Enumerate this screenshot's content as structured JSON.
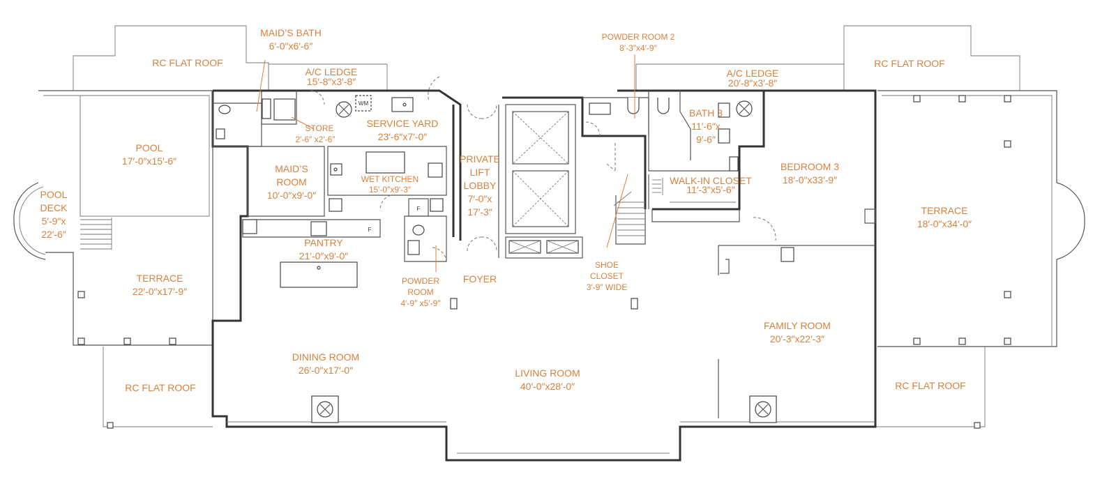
{
  "plan": {
    "labels": {
      "rc_roof_nw": [
        "RC FLAT ROOF"
      ],
      "maids_bath": [
        "MAID’S BATH",
        "6′-0″x6′-6″"
      ],
      "ac_ledge_w": [
        "A/C LEDGE",
        "15′-8″x3′-8″"
      ],
      "store": [
        "STORE",
        "2′-6″ x2′-6″"
      ],
      "service_yard": [
        "SERVICE YARD",
        "23′-6″x7′-0″"
      ],
      "pool": [
        "POOL",
        "17′-0″x15′-6″"
      ],
      "pool_deck": [
        "POOL",
        "DECK",
        "5′-9″x",
        "22′-6″"
      ],
      "maids_room": [
        "MAID’S",
        "ROOM",
        "10′-0″x9′-0″"
      ],
      "wet_kitchen": [
        "WET KITCHEN",
        "15′-0″x9′-3″"
      ],
      "private_lift_lobby": [
        "PRIVATE",
        "LIFT",
        "LOBBY",
        "7′-0″x",
        "17′-3″"
      ],
      "pantry": [
        "PANTRY",
        "21′-0″x9′-0″"
      ],
      "terrace_w": [
        "TERRACE",
        "22′-0″x17′-9″"
      ],
      "powder_room": [
        "POWDER",
        "ROOM",
        "4′-9″ x5′-9″"
      ],
      "foyer": [
        "FOYER"
      ],
      "rc_roof_sw": [
        "RC FLAT ROOF"
      ],
      "dining_room": [
        "DINING ROOM",
        "26′-0″x17′-0″"
      ],
      "living_room": [
        "LIVING ROOM",
        "40′-0″x28′-0″"
      ],
      "powder_room_2": [
        "POWDER ROOM 2",
        "8′-3″x4′-9″"
      ],
      "ac_ledge_e": [
        "A/C LEDGE",
        "20′-8″x3′-8″"
      ],
      "rc_roof_ne": [
        "RC FLAT ROOF"
      ],
      "bath_3": [
        "BATH 3",
        "11′-6″x",
        "9′-6″"
      ],
      "walk_in_closet": [
        "WALK-IN CLOSET",
        "11′-3″x5′-6″"
      ],
      "bedroom_3": [
        "BEDROOM 3",
        "18′-0″x33′-9″"
      ],
      "shoe_closet": [
        "SHOE",
        "CLOSET",
        "3′-9″ WIDE"
      ],
      "terrace_e": [
        "TERRACE",
        "18′-0″x34′-0″"
      ],
      "family_room": [
        "FAMILY ROOM",
        "20′-3″x22′-3″"
      ],
      "rc_roof_se": [
        "RC FLAT ROOF"
      ]
    },
    "tags": {
      "washing_machine": "WM",
      "fridge": "F"
    },
    "colors": {
      "label": "#d9813c",
      "wall": "#333333"
    }
  }
}
